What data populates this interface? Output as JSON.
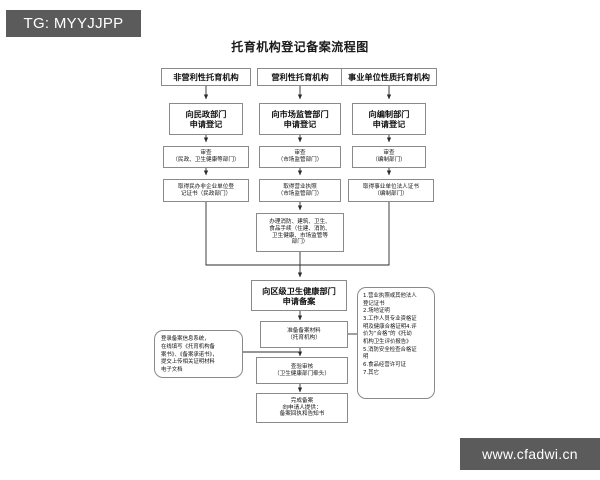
{
  "watermarks": {
    "top": "TG: MYYJJPP",
    "bottom": "www.cfadwi.cn"
  },
  "title": "托育机构登记备案流程图",
  "columns": {
    "left": {
      "type": "非营利性托育机构",
      "apply": "向民政部门\n申请登记",
      "review": "审查\n（民政、卫生健康等部门）",
      "certificate": "取得民办非企业单位登\n记证书（民政部门）"
    },
    "center": {
      "type": "营利性托育机构",
      "apply": "向市场监管部门\n申请登记",
      "review": "审查\n（市场监管部门）",
      "certificate": "取得营业执照\n（市场监管部门）",
      "procedures": "办理消防、建筑、卫生、\n食品手续（住建、消防、\n卫生健康、市场监管等\n部门）"
    },
    "right": {
      "type": "事业单位性质托育机构",
      "apply": "向编制部门\n申请登记",
      "review": "审查\n（编制部门）",
      "certificate": "取得事业单位法人证书\n（编制部门）"
    }
  },
  "filing": {
    "apply_record": "向区级卫生健康部门\n申请备案",
    "prepare": "准备备案材料\n（托育机构）",
    "verify": "查验审核\n（卫生健康部门牵头）",
    "complete": "完成备案\n向申请人提供：\n备案回执和告知书",
    "system_note": "登录备案信息系统，\n在线填写《托育机构备\n案书》、《备案承诺书》，\n提交上传相关证明材料\n电子文档",
    "materials": "1.营业执照或其他法人\n登记证书\n2.场地证明\n3.工作人员专业资格证\n明及健康合格证明4.评\n价为“合格”的《托幼\n机构卫生评价报告》\n5.消防安全检查合格证\n明\n6.食品经营许可证\n7.其它"
  },
  "colors": {
    "box_border": "#8a8a8a",
    "line": "#2b2b2b",
    "watermark_bg": "#5b5b5b",
    "text": "#111111"
  }
}
